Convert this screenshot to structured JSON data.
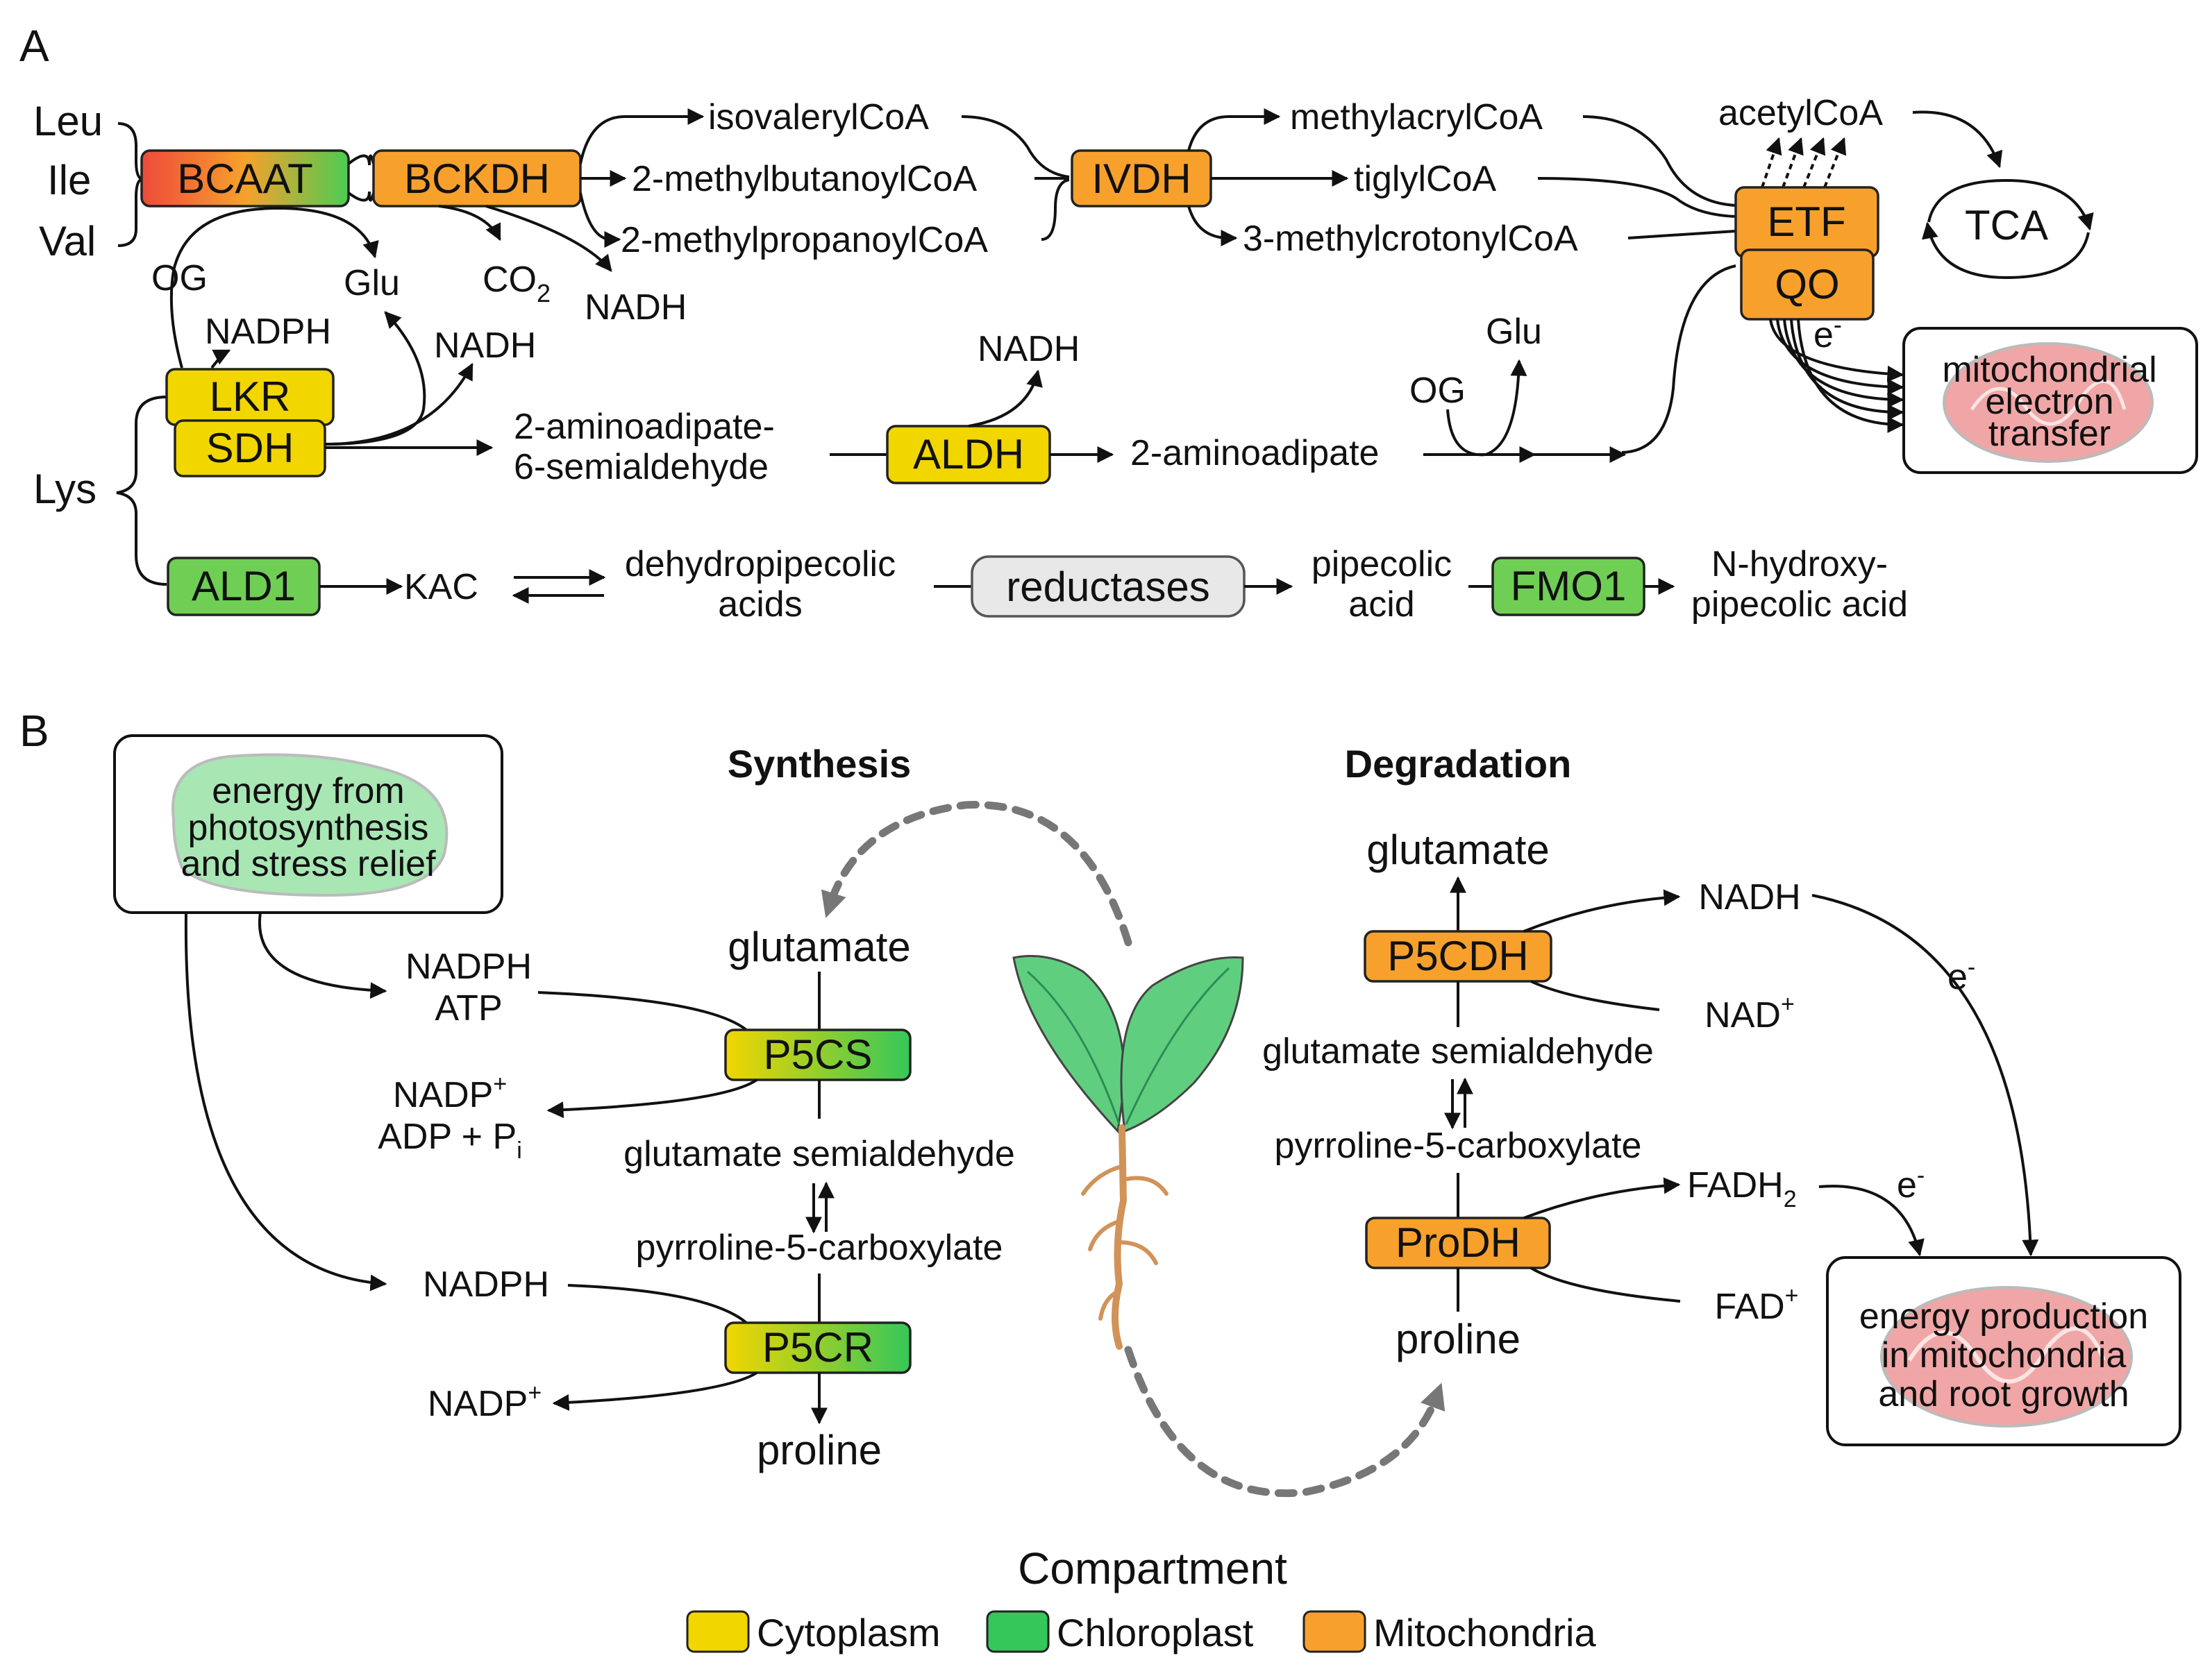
{
  "panels": {
    "a": "A",
    "b": "B"
  },
  "colors": {
    "cytoplasm": "#f2d600",
    "chloroplast": "#56c75a",
    "mitochondria": "#f7a12c",
    "reductase": "#e8e8e8",
    "chloroplast_shape": "#a8e6b4",
    "mito_shape": "#f0a6a6"
  },
  "panelA": {
    "aminoacids": {
      "leu": "Leu",
      "ile": "Ile",
      "val": "Val",
      "lys": "Lys"
    },
    "enzymes": {
      "bcaat": "BCAAT",
      "bckdh": "BCKDH",
      "ivdh": "IVDH",
      "etf": "ETF",
      "qo": "QO",
      "lkr": "LKR",
      "sdh": "SDH",
      "aldh": "ALDH",
      "ald1": "ALD1",
      "reductases": "reductases",
      "fmo1": "FMO1"
    },
    "metabolites": {
      "isovalerylcoa": "isovalerylCoA",
      "methylbutanoylcoa": "2-methylbutanoylCoA",
      "methylpropanoylcoa": "2-methylpropanoylCoA",
      "methylacrylcoa": "methylacrylCoA",
      "tiglylcoa": "tiglylCoA",
      "methylcrotonylcoa": "3-methylcrotonylCoA",
      "acetylcoa": "acetylCoA",
      "tca": "TCA",
      "og1": "OG",
      "glu1": "Glu",
      "co2_main": "CO",
      "co2_sub": "2",
      "nadh1": "NADH",
      "nadph1": "NADPH",
      "nadh2": "NADH",
      "aminoadipate_semi_1": "2-aminoadipate-",
      "aminoadipate_semi_2": "6-semialdehyde",
      "nadh3": "NADH",
      "aminoadipate": "2-aminoadipate",
      "og2": "OG",
      "glu2": "Glu",
      "eminus_main": "e",
      "eminus_sup": "-",
      "mito_transfer_1": "mitochondrial",
      "mito_transfer_2": "electron",
      "mito_transfer_3": "transfer",
      "kac": "KAC",
      "dehydro_1": "dehydropipecolic",
      "dehydro_2": "acids",
      "pipecolic_1": "pipecolic",
      "pipecolic_2": "acid",
      "nhp_1": "N-hydroxy-",
      "nhp_2": "pipecolic acid"
    }
  },
  "panelB": {
    "energy_box": [
      "energy from",
      "photosynthesis",
      "and stress relief"
    ],
    "synthesis": {
      "header": "Synthesis",
      "glutamate": "glutamate",
      "nadph_atp": [
        "NADPH",
        "ATP"
      ],
      "p5cs": "P5CS",
      "nadp_main": "NADP",
      "nadp_sup": "+",
      "adp_pi_main": "ADP + P",
      "adp_pi_sub": "i",
      "gsa": "glutamate semialdehyde",
      "p5c": "pyrroline-5-carboxylate",
      "nadph": "NADPH",
      "p5cr": "P5CR",
      "nadp2_main": "NADP",
      "nadp2_sup": "+",
      "proline": "proline"
    },
    "degradation": {
      "header": "Degradation",
      "glutamate": "glutamate",
      "p5cdh": "P5CDH",
      "nadh": "NADH",
      "nad_main": "NAD",
      "nad_sup": "+",
      "gsa": "glutamate semialdehyde",
      "p5c": "pyrroline-5-carboxylate",
      "prodh": "ProDH",
      "fadh2_main": "FADH",
      "fadh2_sub": "2",
      "fad_main": "FAD",
      "fad_sup": "+",
      "proline": "proline",
      "e1_main": "e",
      "e1_sup": "-",
      "e2_main": "e",
      "e2_sup": "-"
    },
    "energy_prod_box": [
      "energy production",
      "in mitochondria",
      "and root growth"
    ]
  },
  "legend": {
    "title": "Compartment",
    "items": [
      {
        "label": "Cytoplasm",
        "color": "#f2d600"
      },
      {
        "label": "Chloroplast",
        "color": "#35c75a"
      },
      {
        "label": "Mitochondria",
        "color": "#f7a12c"
      }
    ]
  }
}
